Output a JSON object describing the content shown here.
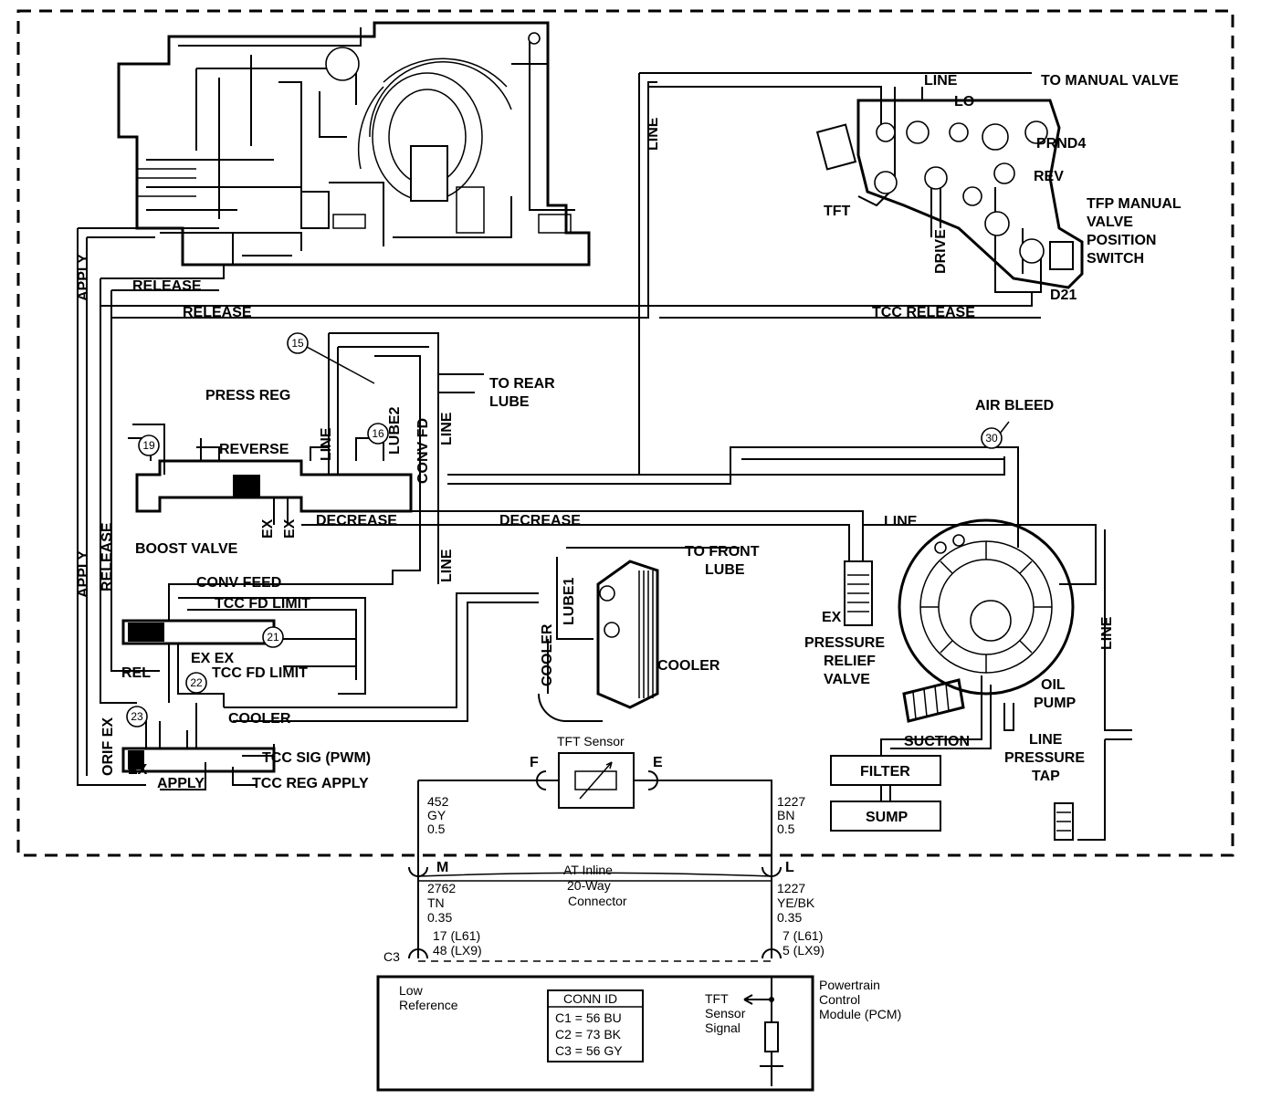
{
  "hydraulic": {
    "line": "LINE",
    "to_manual_valve": "TO MANUAL VALVE",
    "lo": "LO",
    "prnd4": "PRND4",
    "rev": "REV",
    "tft": "TFT",
    "drive": "DRIVE",
    "tfp_switch": [
      "TFP MANUAL",
      "VALVE",
      "POSITION",
      "SWITCH"
    ],
    "d21": "D21",
    "tcc_release": "TCC RELEASE",
    "release": "RELEASE",
    "apply": "APPLY",
    "to_rear_lube": [
      "TO REAR",
      "LUBE"
    ],
    "press_reg": "PRESS REG",
    "reverse": "REVERSE",
    "boost_valve": "BOOST VALVE",
    "lube2": "LUBE2",
    "conv_fd": "CONV FD",
    "ex": "EX",
    "decrease": "DECREASE",
    "air_bleed": "AIR BLEED",
    "conv_feed": "CONV FEED",
    "tcc_fd_limit": "TCC FD LIMIT",
    "ex_ex": "EX EX",
    "rel": "REL",
    "cooler": "COOLER",
    "orif_ex": "ORIF EX",
    "tcc_sig": "TCC SIG (PWM)",
    "tcc_reg_apply": "TCC REG APPLY",
    "to_front_lube": [
      "TO FRONT",
      "LUBE"
    ],
    "lube1": "LUBE1",
    "pressure_relief_valve": [
      "PRESSURE",
      "RELIEF",
      "VALVE"
    ],
    "oil_pump": [
      "OIL",
      "PUMP"
    ],
    "suction": "SUCTION",
    "filter": "FILTER",
    "sump": "SUMP",
    "line_pressure_tap": [
      "LINE",
      "PRESSURE",
      "TAP"
    ],
    "numbers": [
      "15",
      "16",
      "19",
      "21",
      "22",
      "23",
      "30"
    ]
  },
  "electrical": {
    "tft_sensor": "TFT Sensor",
    "pin_f": "F",
    "pin_e": "E",
    "wire_left_top": [
      "452",
      "GY",
      "0.5"
    ],
    "wire_right_top": [
      "1227",
      "BN",
      "0.5"
    ],
    "pin_m": "M",
    "pin_l": "L",
    "connector": [
      "AT Inline",
      "20-Way",
      "Connector"
    ],
    "wire_left_bottom": [
      "2762",
      "TN",
      "0.35",
      "17 (L61)",
      "48 (LX9)"
    ],
    "wire_right_bottom": [
      "1227",
      "YE/BK",
      "0.35",
      "7 (L61)",
      "5 (LX9)"
    ],
    "pin_c3": "C3",
    "low_reference": [
      "Low",
      "Reference"
    ],
    "conn_id_title": "CONN ID",
    "conn_ids": [
      "C1 = 56 BU",
      "C2 = 73 BK",
      "C3 = 56 GY"
    ],
    "tft_sensor_signal": [
      "TFT",
      "Sensor",
      "Signal"
    ],
    "pcm": [
      "Powertrain",
      "Control",
      "Module (PCM)"
    ]
  }
}
